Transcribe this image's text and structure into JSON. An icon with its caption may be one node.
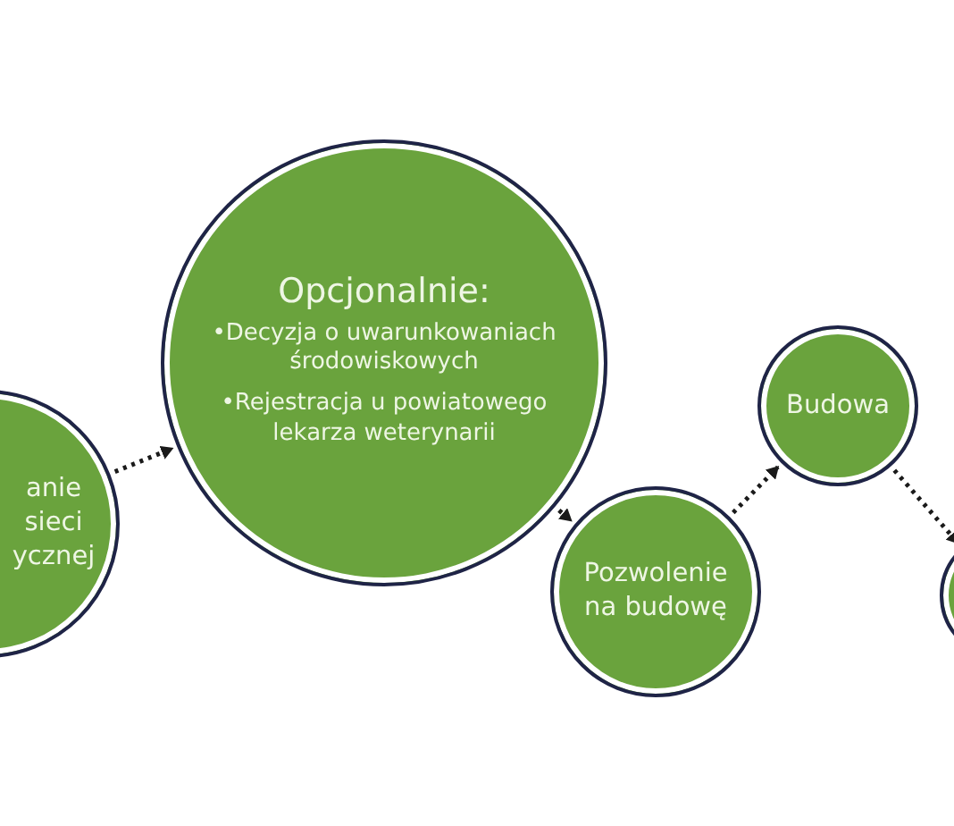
{
  "diagram": {
    "nodes": [
      {
        "text": [
          "anie sieci ycznej"
        ]
      },
      {
        "text": [
          "Opcjonalnie:",
          "•Decyzja o uwarunkowaniach środowiskowych",
          "•Rejestracja u powiatowego lekarza weterynarii"
        ]
      },
      {
        "text": [
          "Pozwolenie na budowę"
        ]
      },
      {
        "text": [
          "Budowa"
        ]
      },
      {
        "text": [],
        "shape": "circle"
      }
    ],
    "edges": [
      {
        "from": 0,
        "to": 1,
        "arrow": "to",
        "style": "dashed"
      },
      {
        "from": 1,
        "to": 2,
        "arrow": "to",
        "style": "dashed"
      },
      {
        "from": 2,
        "to": 3,
        "arrow": "to",
        "style": "dashed"
      },
      {
        "from": 3,
        "to": 4,
        "arrow": "to",
        "style": "dashed"
      }
    ]
  }
}
